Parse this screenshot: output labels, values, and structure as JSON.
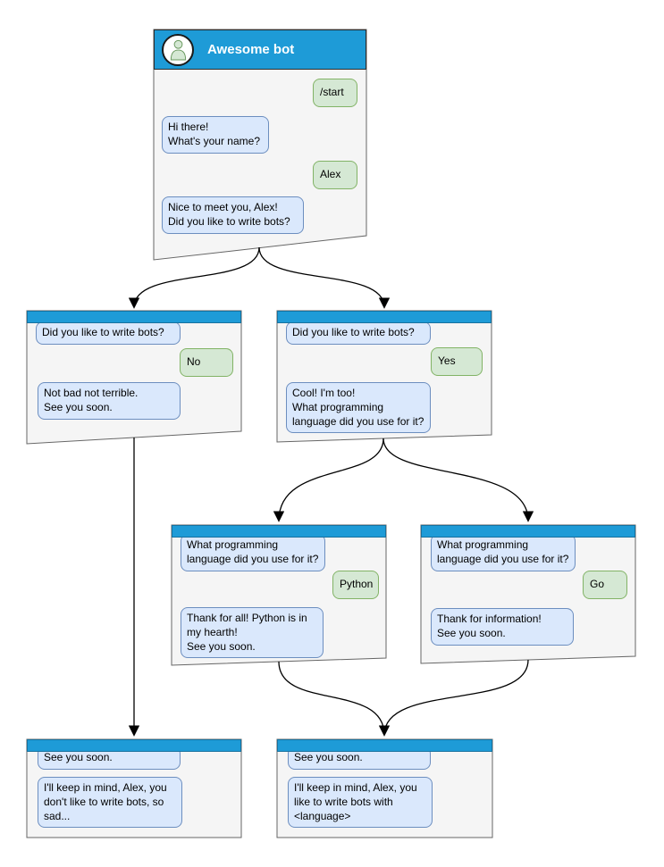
{
  "colors": {
    "titlebar": "#1E9BD7",
    "window_body": "#F5F5F5",
    "window_border": "#666666",
    "bot_bubble_fill": "#DAE8FC",
    "bot_bubble_border": "#6C8EBF",
    "user_bubble_fill": "#D5E8D4",
    "user_bubble_border": "#82B366",
    "connector": "#000000"
  },
  "windows": {
    "main": {
      "title": "Awesome bot",
      "messages": [
        {
          "side": "user",
          "text": "/start"
        },
        {
          "side": "bot",
          "text": "Hi there!\nWhat's your name?"
        },
        {
          "side": "user",
          "text": "Alex"
        },
        {
          "side": "bot",
          "text": "Nice to meet you, Alex!\nDid you like to write bots?"
        }
      ]
    },
    "branch_no": {
      "messages": [
        {
          "side": "bot",
          "text": "Did you like to write bots?"
        },
        {
          "side": "user",
          "text": "No"
        },
        {
          "side": "bot",
          "text": "Not bad not terrible.\nSee you soon."
        }
      ]
    },
    "branch_yes": {
      "messages": [
        {
          "side": "bot",
          "text": "Did you like to write bots?"
        },
        {
          "side": "user",
          "text": "Yes"
        },
        {
          "side": "bot",
          "text": "Cool! I'm too!\nWhat programming\nlanguage did you use for it?"
        }
      ]
    },
    "branch_python": {
      "messages": [
        {
          "side": "bot",
          "text": "What programming\nlanguage did you use for it?"
        },
        {
          "side": "user",
          "text": "Python"
        },
        {
          "side": "bot",
          "text": "Thank for all! Python is in\nmy hearth!\nSee you soon."
        }
      ]
    },
    "branch_go": {
      "messages": [
        {
          "side": "bot",
          "text": "What programming\nlanguage did you use for it?"
        },
        {
          "side": "user",
          "text": "Go"
        },
        {
          "side": "bot",
          "text": "Thank for information!\nSee you soon."
        }
      ]
    },
    "end_no": {
      "messages": [
        {
          "side": "bot",
          "text": "See you soon."
        },
        {
          "side": "bot",
          "text": "I'll keep in mind, Alex, you\ndon't like to write bots, so\nsad..."
        }
      ]
    },
    "end_language": {
      "messages": [
        {
          "side": "bot",
          "text": "See you soon."
        },
        {
          "side": "bot",
          "text": "I'll keep in mind, Alex, you\nlike to write bots with\n<language>"
        }
      ]
    }
  }
}
